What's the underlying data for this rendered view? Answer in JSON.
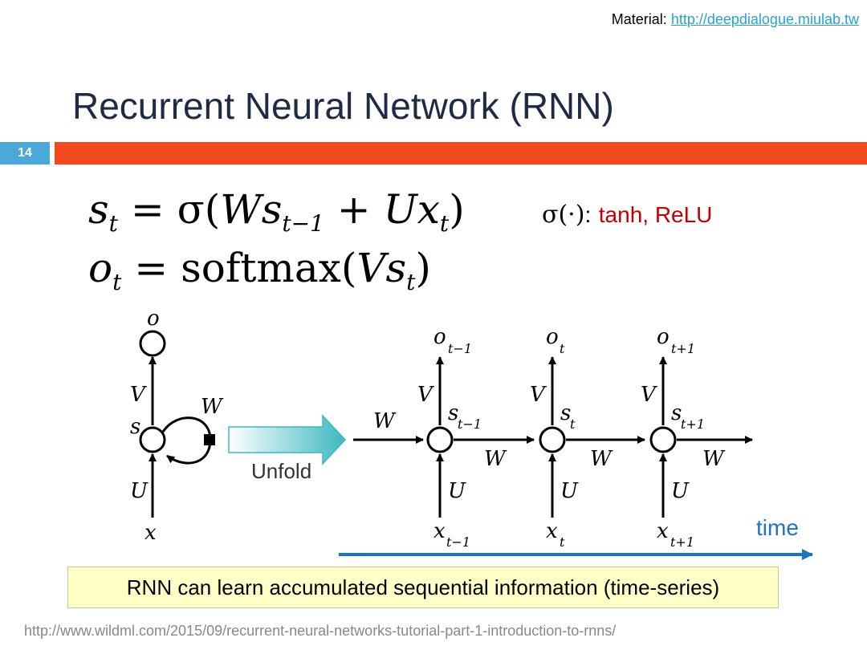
{
  "material": {
    "label": "Material:",
    "url": "http://deepdialogue.miulab.tw"
  },
  "title": "Recurrent Neural Network (RNN)",
  "slide_number": "14",
  "equations": {
    "eq1_lhs": "s",
    "eq1_lhs_sub": "t",
    "eq1_rhs_pre": "= σ(",
    "eq1_W": "W",
    "eq1_s": "s",
    "eq1_s_sub": "t−1",
    "eq1_plus": " + ",
    "eq1_U": "U",
    "eq1_x": "x",
    "eq1_x_sub": "t",
    "eq1_close": ")",
    "eq2_lhs": "o",
    "eq2_lhs_sub": "t",
    "eq2_rhs_pre": "= softmax(",
    "eq2_V": "V",
    "eq2_s": "s",
    "eq2_s_sub": "t",
    "eq2_close": ")"
  },
  "sigma_note": {
    "symbol": "σ(·)",
    "colon": ":",
    "activations": "tanh, ReLU"
  },
  "diagram": {
    "folded": {
      "output": "o",
      "V": "V",
      "state": "s",
      "W": "W",
      "U": "U",
      "input": "x"
    },
    "unfold_label": "Unfold",
    "incoming_W": "W",
    "steps": [
      {
        "o": "o",
        "o_sub": "t−1",
        "s": "s",
        "s_sub": "t−1",
        "x": "x",
        "x_sub": "t−1",
        "V": "V",
        "U": "U",
        "W_out": "W"
      },
      {
        "o": "o",
        "o_sub": "t",
        "s": "s",
        "s_sub": "t",
        "x": "x",
        "x_sub": "t",
        "V": "V",
        "U": "U",
        "W_out": "W"
      },
      {
        "o": "o",
        "o_sub": "t+1",
        "s": "s",
        "s_sub": "t+1",
        "x": "x",
        "x_sub": "t+1",
        "V": "V",
        "U": "U",
        "W_out": "W"
      }
    ]
  },
  "time_label": "time",
  "callout": "RNN can learn accumulated sequential information (time-series)",
  "source_url": "http://www.wildml.com/2015/09/recurrent-neural-networks-tutorial-part-1-introduction-to-rnns/",
  "colors": {
    "accent_red": "#f24a1e",
    "slide_number_bg": "#4aa9d8",
    "title": "#1f2a44",
    "activation_text": "#c00000",
    "time_arrow": "#1e73be",
    "callout_bg": "#ffffc8",
    "unfold_arrow": "#3cb8c0"
  }
}
